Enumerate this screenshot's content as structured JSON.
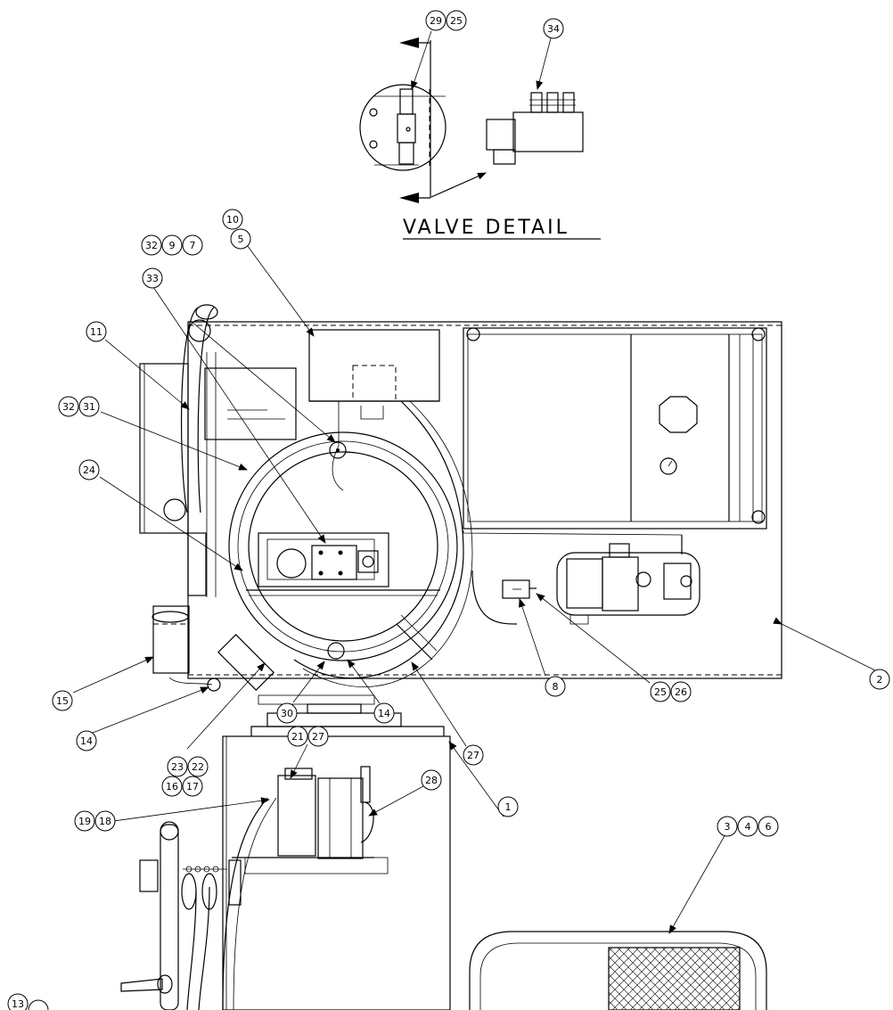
{
  "valve_detail_title": "VALVE DETAIL",
  "callouts": {
    "c29": "29",
    "c25a": "25",
    "c34": "34",
    "c10": "10",
    "c5": "5",
    "c32a": "32",
    "c9": "9",
    "c7": "7",
    "c33": "33",
    "c11": "11",
    "c32b": "32",
    "c31": "31",
    "c24": "24",
    "c15": "15",
    "c14a": "14",
    "c14b": "14",
    "c30": "30",
    "c23": "23",
    "c22": "22",
    "c16": "16",
    "c17": "17",
    "c21": "21",
    "c27a": "27",
    "c27b": "27",
    "c8": "8",
    "c25b": "25",
    "c26": "26",
    "c2": "2",
    "c28": "28",
    "c1": "1",
    "c3": "3",
    "c4": "4",
    "c6": "6",
    "c19": "19",
    "c18": "18",
    "c13": "13"
  }
}
